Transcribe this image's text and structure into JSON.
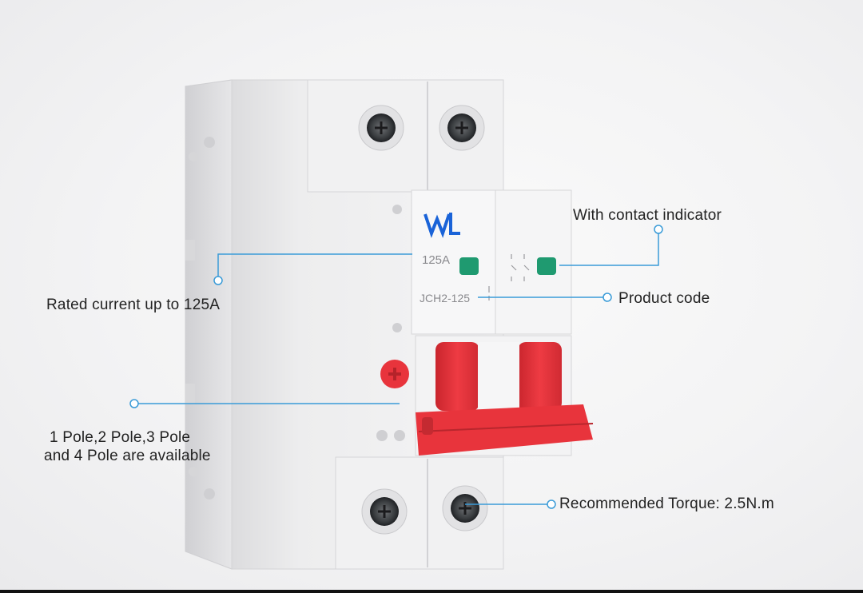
{
  "product": {
    "brand_logo": "WL",
    "rating_label": "125A",
    "model_label": "JCH2-125",
    "colors": {
      "housing": "#ececec",
      "handle": "#e8343c",
      "indicator": "#1f9a70",
      "callout_line": "#3a9bd8"
    }
  },
  "callouts": {
    "contact_indicator": "With contact indicator",
    "rated_current": "Rated current up to 125A",
    "product_code": "Product code",
    "poles_line1": "1 Pole,2 Pole,3 Pole",
    "poles_line2": "and 4 Pole are available",
    "torque": "Recommended  Torque: 2.5N.m"
  }
}
